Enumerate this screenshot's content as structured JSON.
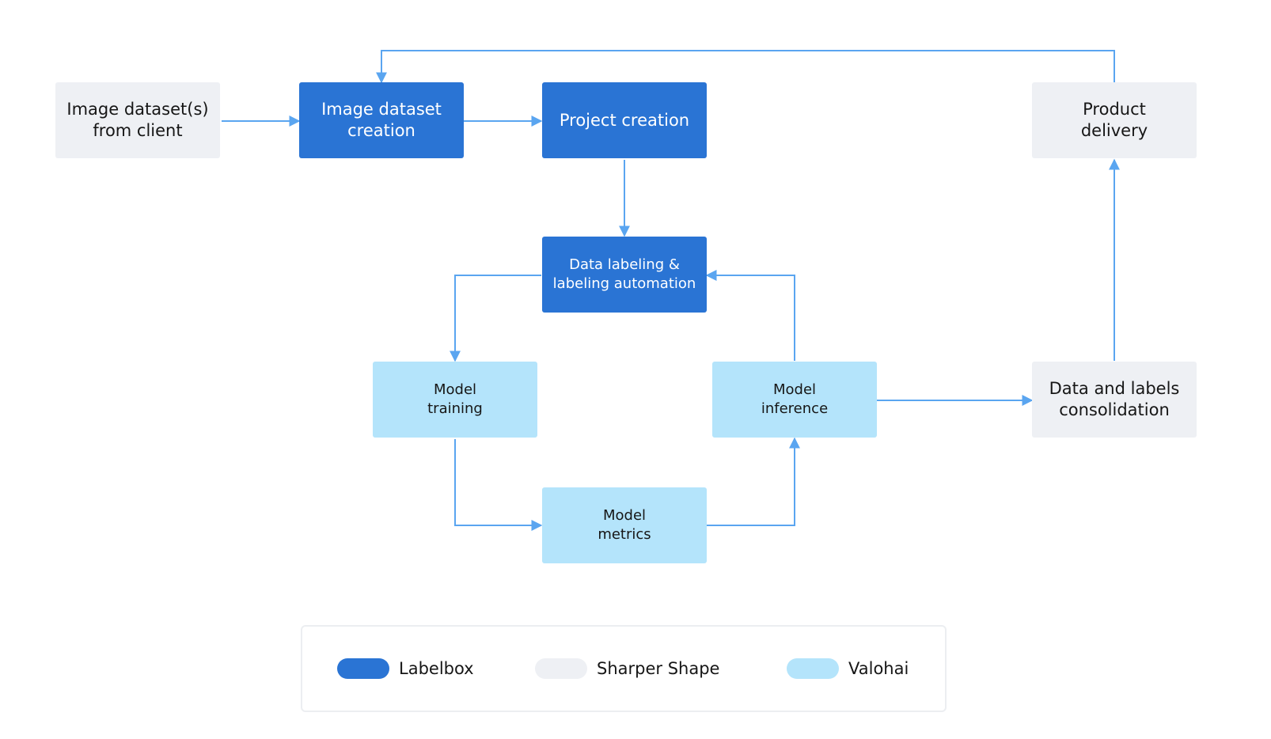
{
  "nodes": {
    "image_datasets_from_client": "Image dataset(s)\nfrom client",
    "image_dataset_creation": "Image dataset\ncreation",
    "project_creation": "Project creation",
    "data_labeling": "Data labeling &\nlabeling automation",
    "model_training": "Model\ntraining",
    "model_inference": "Model\ninference",
    "model_metrics": "Model\nmetrics",
    "data_labels_consolidation": "Data and labels\nconsolidation",
    "product_delivery": "Product\ndelivery"
  },
  "legend": {
    "labelbox": "Labelbox",
    "sharper_shape": "Sharper Shape",
    "valohai": "Valohai"
  },
  "colors": {
    "labelbox": "#2a74d4",
    "sharper_shape": "#eef0f4",
    "valohai": "#b4e4fb",
    "arrow": "#5aa5f0"
  }
}
